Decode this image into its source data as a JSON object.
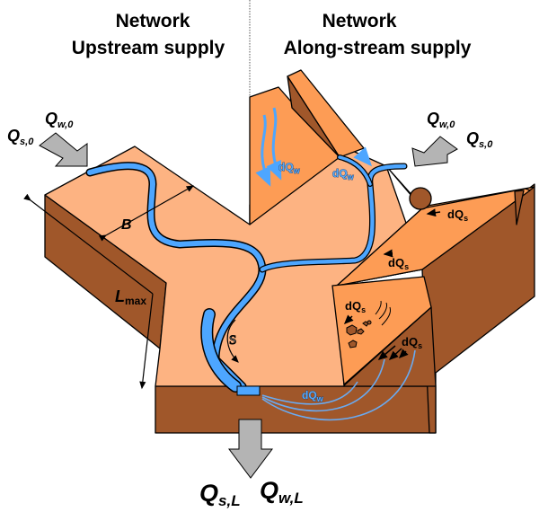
{
  "titles": {
    "left_line1": "Network",
    "left_line2": "Upstream supply",
    "right_line1": "Network",
    "right_line2": "Along-stream supply"
  },
  "labels": {
    "qw0_left": {
      "main": "Q",
      "sub": "w,0"
    },
    "qs0_left": {
      "main": "Q",
      "sub": "s,0"
    },
    "qw0_right": {
      "main": "Q",
      "sub": "w,0"
    },
    "qs0_right": {
      "main": "Q",
      "sub": "s,0"
    },
    "qsL": {
      "main": "Q",
      "sub": "s,L"
    },
    "qwL": {
      "main": "Q",
      "sub": "w,L"
    },
    "width": "B",
    "length": {
      "main": "L",
      "sub": "max"
    },
    "sinuosity": "S",
    "dqw": {
      "main": "dQ",
      "sub": "w"
    },
    "dqs": {
      "main": "dQ",
      "sub": "s"
    }
  },
  "colors": {
    "plain": "#fdb382",
    "slope": "#fd9c55",
    "cliff": "#a0572a",
    "water": "#4da6ff",
    "arrow": "#b4b4b4"
  }
}
